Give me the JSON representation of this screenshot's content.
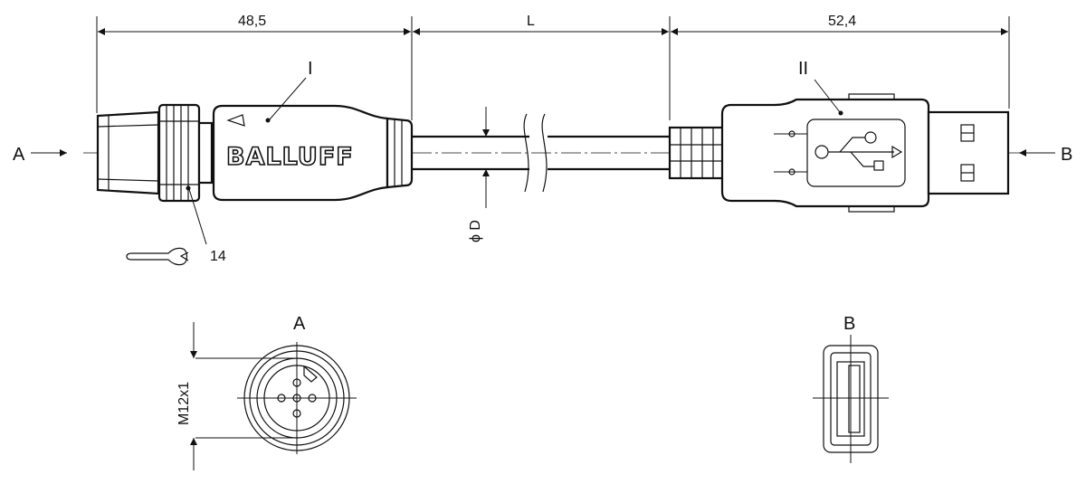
{
  "dimensions": {
    "left_length": "48,5",
    "cable_length": "L",
    "right_length": "52,4",
    "diameter": "ϕ D",
    "thread": "M12x1"
  },
  "labels": {
    "view_a": "A",
    "view_b": "B",
    "part_one": "I",
    "part_two": "II",
    "wrench_size": "14",
    "section_a_title": "A",
    "section_b_title": "B"
  },
  "brand": "BALLUFF",
  "icons": {
    "wrench": "wrench-icon",
    "usb": "usb-icon",
    "triangle": "warning-triangle-icon"
  }
}
